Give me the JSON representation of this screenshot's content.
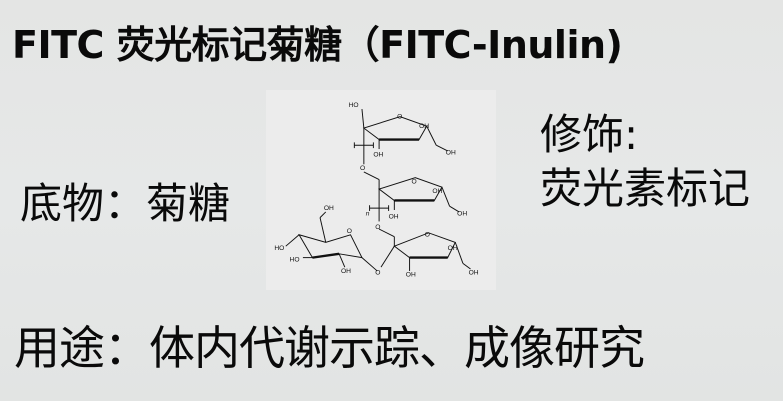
{
  "title": "FITC 荧光标记菊糖（FITC-Inulin)",
  "substrate": {
    "label": "底物：",
    "value": "菊糖"
  },
  "modification": {
    "label": "修饰:",
    "value": "荧光素标记"
  },
  "usage": {
    "label": "用途：",
    "value": "体内代谢示踪、成像研究"
  },
  "structure": {
    "name": "inulin-chemical-structure",
    "labels": {
      "oh": "OH",
      "ho": "HO",
      "o": "O",
      "n": "n"
    }
  }
}
